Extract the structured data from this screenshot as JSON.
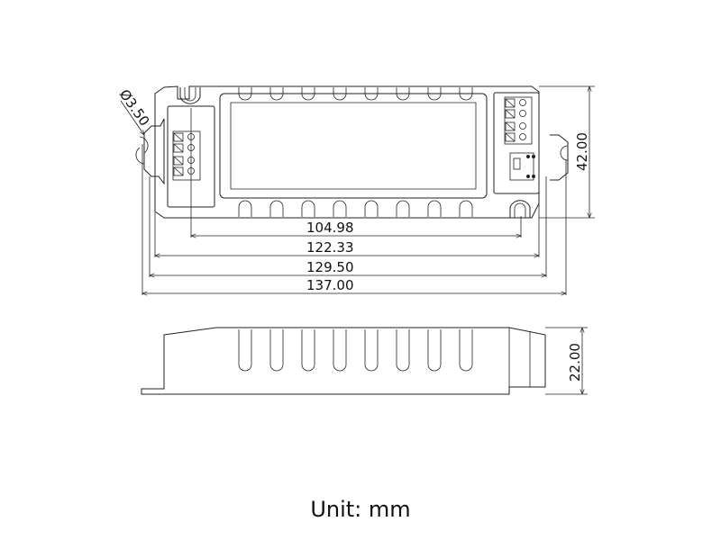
{
  "dimensions": {
    "inner_mount": "104.98",
    "body_length": "122.33",
    "hole_pitch": "129.50",
    "total_length": "137.00",
    "width": "42.00",
    "height": "22.00",
    "hole_diameter": "Ø3.50"
  },
  "unit_note": "Unit: mm"
}
